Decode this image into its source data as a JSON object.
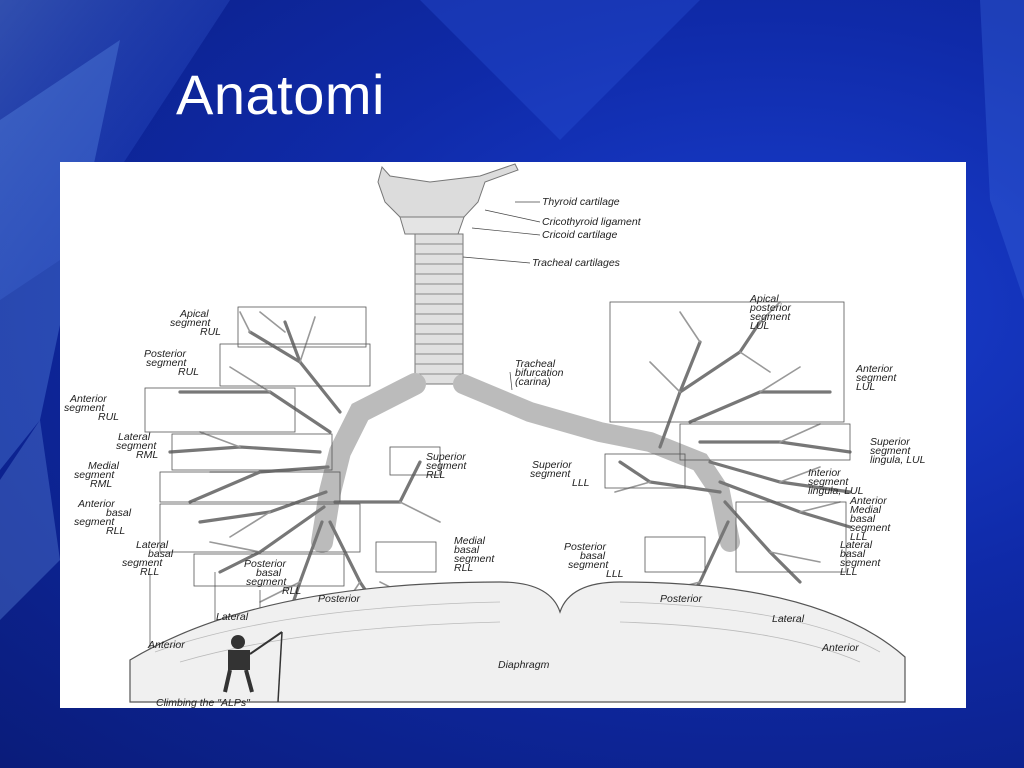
{
  "slide": {
    "title": "Anatomi"
  },
  "figure": {
    "labels": {
      "thyroid": "Thyroid cartilage",
      "cricothyroid": "Cricothyroid ligament",
      "cricoid": "Cricoid cartilage",
      "tracheal_cart": "Tracheal cartilages",
      "carina_1": "Tracheal",
      "carina_2": "bifurcation",
      "carina_3": "(carina)",
      "apical_rul_1": "Apical",
      "apical_rul_2": "segment",
      "apical_rul_3": "RUL",
      "post_rul_1": "Posterior",
      "post_rul_2": "segment",
      "post_rul_3": "RUL",
      "ant_rul_1": "Anterior",
      "ant_rul_2": "segment",
      "ant_rul_3": "RUL",
      "lat_rml_1": "Lateral",
      "lat_rml_2": "segment",
      "lat_rml_3": "RML",
      "med_rml_1": "Medial",
      "med_rml_2": "segment",
      "med_rml_3": "RML",
      "antbas_rll_1": "Anterior",
      "antbas_rll_2": "basal",
      "antbas_rll_3": "segment",
      "antbas_rll_4": "RLL",
      "latbas_rll_1": "Lateral",
      "latbas_rll_2": "basal",
      "latbas_rll_3": "segment",
      "latbas_rll_4": "RLL",
      "postbas_rll_1": "Posterior",
      "postbas_rll_2": "basal",
      "postbas_rll_3": "segment",
      "postbas_rll_4": "RLL",
      "sup_rll_1": "Superior",
      "sup_rll_2": "segment",
      "sup_rll_3": "RLL",
      "medbas_rll_1": "Medial",
      "medbas_rll_2": "basal",
      "medbas_rll_3": "segment",
      "medbas_rll_4": "RLL",
      "apicpost_lul_1": "Apical",
      "apicpost_lul_2": "posterior",
      "apicpost_lul_3": "segment",
      "apicpost_lul_4": "LUL",
      "ant_lul_1": "Anterior",
      "ant_lul_2": "segment",
      "ant_lul_3": "LUL",
      "supling_1": "Superior",
      "supling_2": "segment",
      "supling_3": "lingula, LUL",
      "sup_lll_1": "Superior",
      "sup_lll_2": "segment",
      "sup_lll_3": "LLL",
      "infling_1": "Interior",
      "infling_2": "segment",
      "infling_3": "lingula, LUL",
      "antmedbas_1": "Anterior",
      "antmedbas_2": "Medial",
      "antmedbas_3": "basal",
      "antmedbas_4": "segment",
      "antmedbas_5": "LLL",
      "postbas_lll_1": "Posterior",
      "postbas_lll_2": "basal",
      "postbas_lll_3": "segment",
      "postbas_lll_4": "LLL",
      "latbas_lll_1": "Lateral",
      "latbas_lll_2": "basal",
      "latbas_lll_3": "segment",
      "latbas_lll_4": "LLL",
      "dia_posterior_l": "Posterior",
      "dia_posterior_r": "Posterior",
      "dia_lateral_l": "Lateral",
      "dia_lateral_r": "Lateral",
      "dia_anterior_l": "Anterior",
      "dia_anterior_r": "Anterior",
      "diaphragm": "Diaphragm",
      "caption": "Climbing the \"ALPs\""
    }
  }
}
